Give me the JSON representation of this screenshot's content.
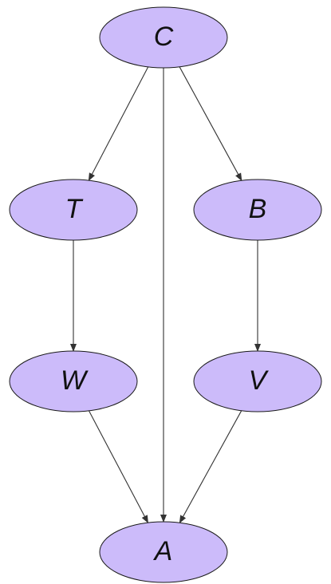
{
  "diagram": {
    "nodes": [
      {
        "id": "C",
        "label": "C"
      },
      {
        "id": "T",
        "label": "T"
      },
      {
        "id": "B",
        "label": "B"
      },
      {
        "id": "W",
        "label": "W"
      },
      {
        "id": "V",
        "label": "V"
      },
      {
        "id": "A",
        "label": "A"
      }
    ],
    "edges": [
      {
        "from": "C",
        "to": "T"
      },
      {
        "from": "C",
        "to": "B"
      },
      {
        "from": "C",
        "to": "A"
      },
      {
        "from": "T",
        "to": "W"
      },
      {
        "from": "B",
        "to": "V"
      },
      {
        "from": "W",
        "to": "A"
      },
      {
        "from": "V",
        "to": "A"
      }
    ]
  },
  "colors": {
    "node_fill": "#ccbbfa",
    "node_stroke": "#1a1a1a",
    "edge": "#333333",
    "background": "#ffffff"
  }
}
